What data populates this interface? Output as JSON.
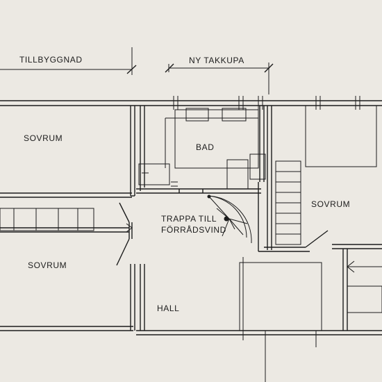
{
  "dimensions": {
    "tillbyggnad": "TILLBYGGNAD",
    "ny_takkupa": "NY TAKKUPA"
  },
  "rooms": {
    "sovrum_top_left": "SOVRUM",
    "sovrum_bottom_left": "SOVRUM",
    "sovrum_right": "SOVRUM",
    "bad": "BAD",
    "hall": "HALL"
  },
  "stair_note": {
    "line1": "TRAPPA TILL",
    "line2": "FÖRRÅDSVIND"
  },
  "colors": {
    "paper": "#ece9e3",
    "ink": "#1c1c1c"
  }
}
